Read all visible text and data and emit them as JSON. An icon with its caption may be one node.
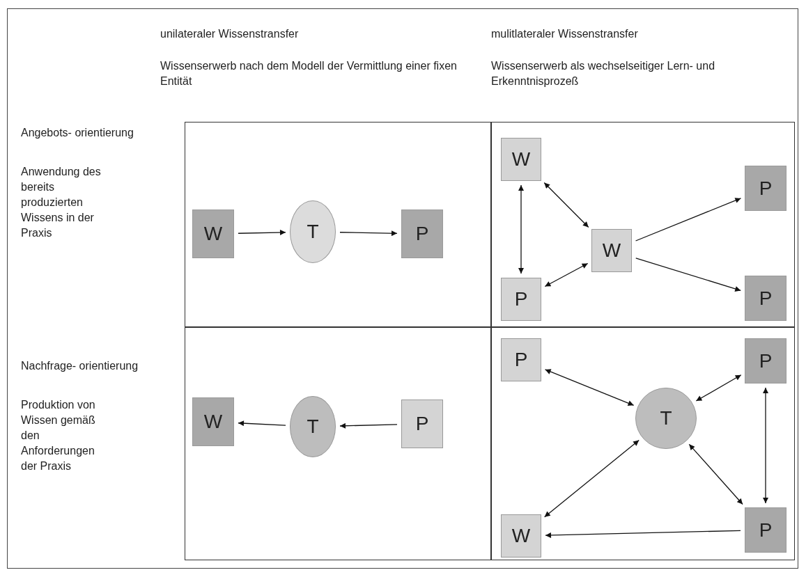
{
  "diagram": {
    "nodes": [
      {
        "text": [],
        "shape": "box"
      },
      {
        "text": [
          "W"
        ],
        "in": 0
      },
      {
        "text": [
          "T"
        ],
        "in": 0
      },
      {
        "text": [
          "P"
        ],
        "in": 0
      },
      {
        "text": [],
        "shape": "box"
      },
      {
        "text": [
          "W"
        ],
        "in": 4
      },
      {
        "text": [
          "W"
        ],
        "in": 4
      },
      {
        "text": [
          "P"
        ],
        "in": 4
      },
      {
        "text": [
          "P"
        ],
        "in": 4
      },
      {
        "text": [
          "P"
        ],
        "in": 4
      },
      {
        "text": [],
        "shape": "box"
      },
      {
        "text": [
          "W"
        ],
        "in": 10
      },
      {
        "text": [
          "T"
        ],
        "in": 10
      },
      {
        "text": [
          "P"
        ],
        "in": 10
      },
      {
        "text": [],
        "shape": "box"
      },
      {
        "text": [
          "P"
        ],
        "in": 14
      },
      {
        "text": [
          "P"
        ],
        "in": 14
      },
      {
        "text": [
          "T"
        ],
        "in": 14
      },
      {
        "text": [
          "W"
        ],
        "in": 14
      },
      {
        "text": [
          "P"
        ],
        "in": 14
      }
    ],
    "edges": [
      {
        "from": 1,
        "to": 2,
        "arrow": "to"
      },
      {
        "from": 2,
        "to": 3,
        "arrow": "to"
      },
      {
        "from": 5,
        "to": 6,
        "arrow": "both"
      },
      {
        "from": 5,
        "to": 9,
        "arrow": "both"
      },
      {
        "from": 9,
        "to": 6,
        "arrow": "both"
      },
      {
        "from": 6,
        "to": 7,
        "arrow": "to"
      },
      {
        "from": 6,
        "to": 8,
        "arrow": "to"
      },
      {
        "from": 13,
        "to": 12,
        "arrow": "to"
      },
      {
        "from": 12,
        "to": 11,
        "arrow": "to"
      },
      {
        "from": 15,
        "to": 17,
        "arrow": "both"
      },
      {
        "from": 16,
        "to": 17,
        "arrow": "both"
      },
      {
        "from": 16,
        "to": 19,
        "arrow": "both"
      },
      {
        "from": 17,
        "to": 18,
        "arrow": "both"
      },
      {
        "from": 17,
        "to": 19,
        "arrow": "both"
      },
      {
        "from": 19,
        "to": 18,
        "arrow": "to"
      }
    ],
    "labels": [
      "unilateraler Wissenstransfer",
      "mulitlateraler Wissenstransfer",
      "Wissenserwerb nach dem Modell der Vermittlung einer fixen Entität",
      "Wissenserwerb als wechselseitiger Lern- und Erkenntnisprozeß",
      "Angebots- orientierung",
      "Anwendung des bereits produzierten Wissens in der Praxis",
      "Nachfrage- orientierung",
      "Produktion von Wissen gemäß den Anforderungen der Praxis"
    ]
  }
}
